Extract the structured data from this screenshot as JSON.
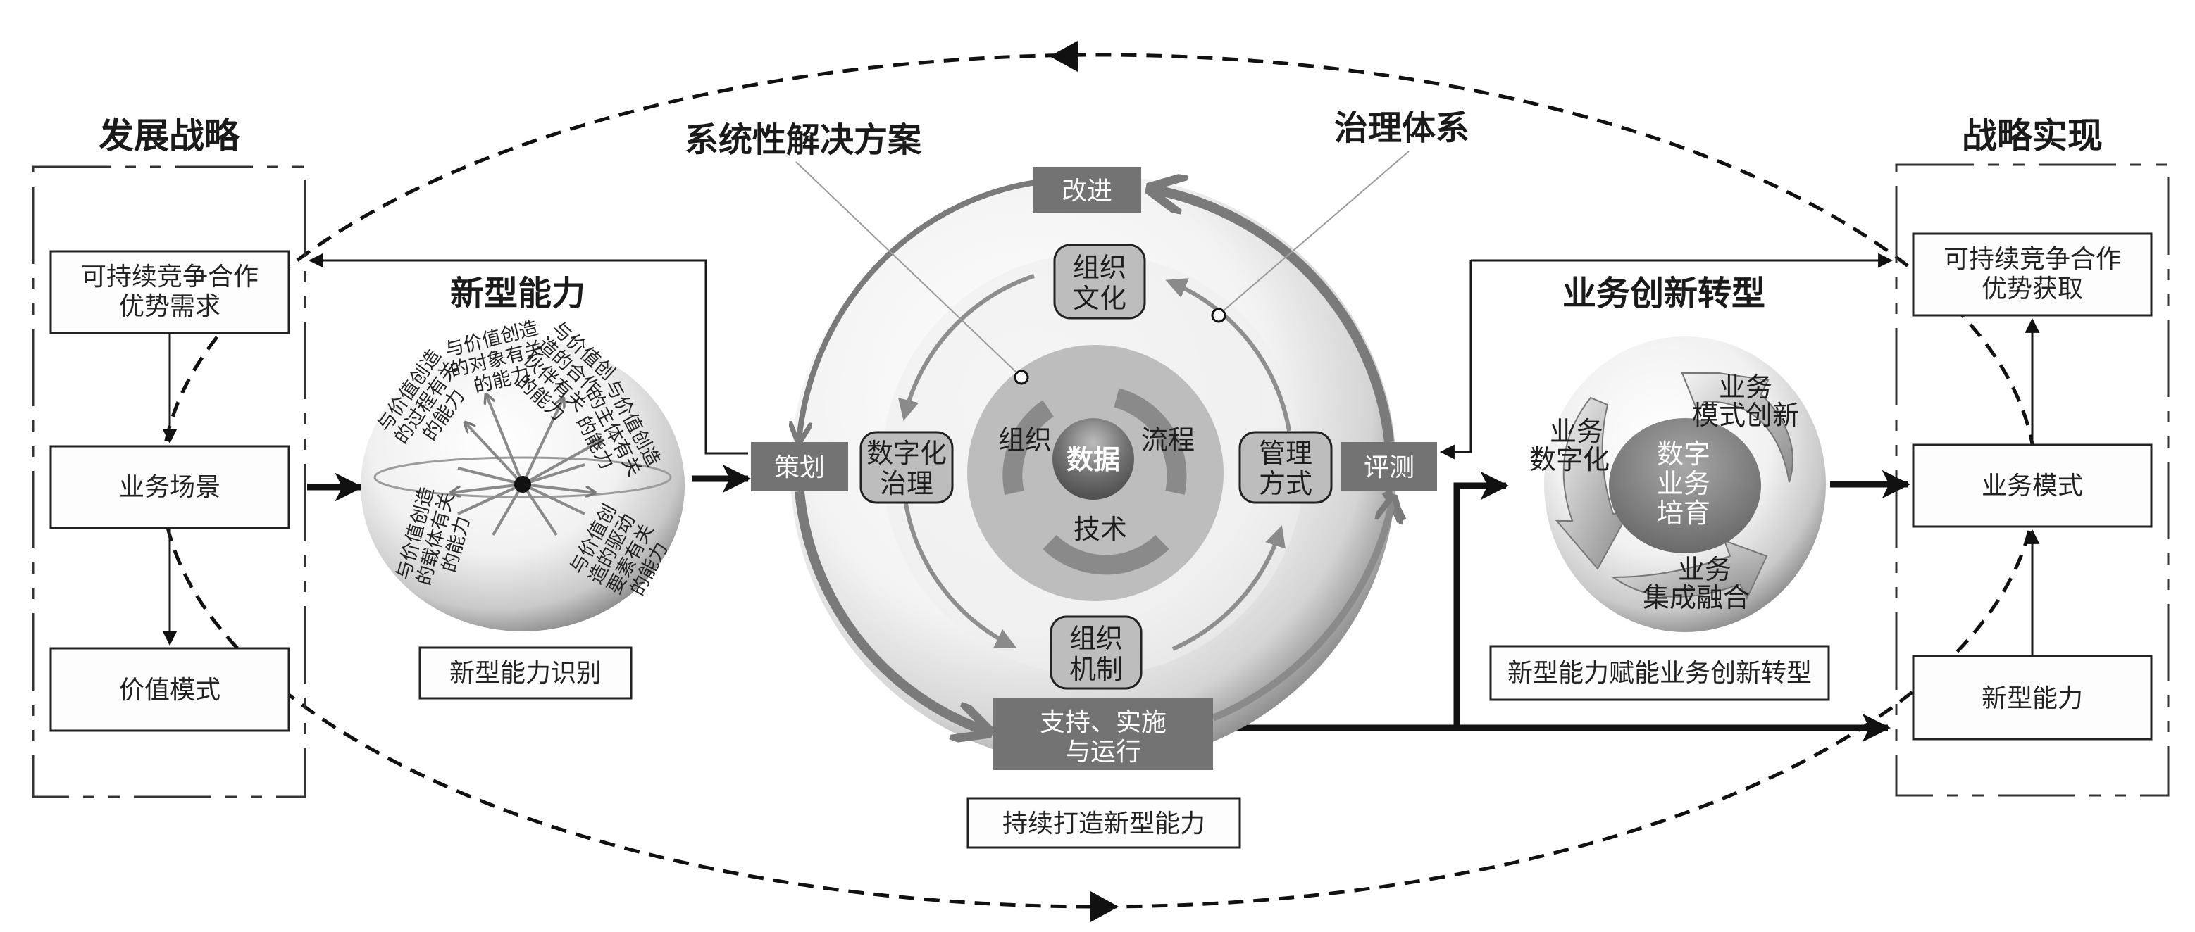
{
  "left_panel": {
    "title": "发展战略",
    "boxes": [
      {
        "line1": "可持续竞争合作",
        "line2": "优势需求"
      },
      {
        "line1": "业务场景"
      },
      {
        "line1": "价值模式"
      }
    ]
  },
  "right_panel": {
    "title": "战略实现",
    "boxes": [
      {
        "line1": "可持续竞争合作",
        "line2": "优势获取"
      },
      {
        "line1": "业务模式"
      },
      {
        "line1": "新型能力"
      }
    ]
  },
  "capability_sphere": {
    "title": "新型能力",
    "caption": "新型能力识别",
    "labels": [
      {
        "l1": "与价值创造",
        "l2": "的过程有关",
        "l3": "的能力"
      },
      {
        "l1": "与价值创造",
        "l2": "的对象有关",
        "l3": "的能力"
      },
      {
        "l1": "与价值创",
        "l2": "造的合作",
        "l3": "伙伴有关",
        "l4": "的能力"
      },
      {
        "l1": "与价值创造",
        "l2": "的主体有关",
        "l3": "的能力"
      },
      {
        "l1": "与价值创",
        "l2": "造的驱动",
        "l3": "要素有关",
        "l4": "的能力"
      },
      {
        "l1": "与价值创造",
        "l2": "的载体有关",
        "l3": "的能力"
      }
    ]
  },
  "center_cycle": {
    "solution_label": "系统性解决方案",
    "governance_label": "治理体系",
    "caption": "持续打造新型能力",
    "pdca": {
      "improve": "改进",
      "plan": "策划",
      "evaluate": "评测",
      "support_l1": "支持、实施",
      "support_l2": "与运行"
    },
    "governance_items": [
      {
        "l1": "组织",
        "l2": "文化"
      },
      {
        "l1": "数字化",
        "l2": "治理"
      },
      {
        "l1": "管理",
        "l2": "方式"
      },
      {
        "l1": "组织",
        "l2": "机制"
      }
    ],
    "core": {
      "center": "数据",
      "items": [
        "组织",
        "流程",
        "技术"
      ]
    }
  },
  "business_sphere": {
    "title": "业务创新转型",
    "caption": "新型能力赋能业务创新转型",
    "center": {
      "l1": "数字",
      "l2": "业务",
      "l3": "培育"
    },
    "items": [
      {
        "l1": "业务",
        "l2": "数字化"
      },
      {
        "l1": "业务",
        "l2": "模式创新"
      },
      {
        "l1": "业务",
        "l2": "集成融合"
      }
    ]
  },
  "colors": {
    "gray_box": "#737373",
    "round_box": "#bdbdbd",
    "ring_gray": "#7a7a7a",
    "line": "#111111"
  }
}
